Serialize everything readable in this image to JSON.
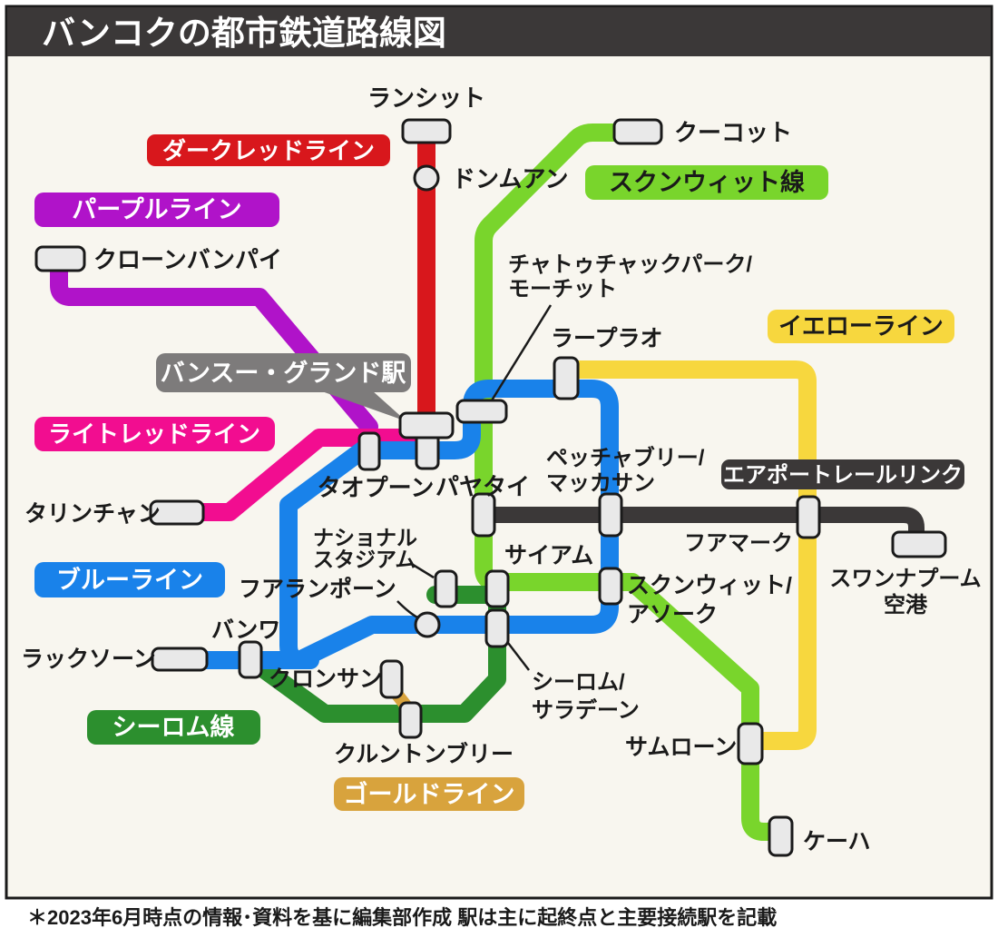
{
  "title": "バンコクの都市鉄道路線図",
  "footer": "＊2023年6月時点の情報･資料を基に編集部作成 駅は主に起終点と主要接続駅を記載",
  "colors": {
    "red": "#d8171c",
    "purple": "#b013c9",
    "pink": "#f20d90",
    "blue": "#1982ea",
    "light_green": "#79d52c",
    "dark_green": "#2c8f2e",
    "yellow": "#f7d73e",
    "gold": "#d8a33d",
    "dark": "#3b3838",
    "gray": "#7d7b7b",
    "station_fill": "#e9e9e9",
    "map_bg": "#f8f6ef"
  },
  "badges": {
    "dark_red_line": {
      "label": "ダークレッドライン"
    },
    "purple_line": {
      "label": "パープルライン"
    },
    "sukhumvit_line": {
      "label": "スクンウィット線"
    },
    "yellow_line": {
      "label": "イエローライン"
    },
    "light_red_line": {
      "label": "ライトレッドライン"
    },
    "airport_rail_link": {
      "label": "エアポートレールリンク"
    },
    "blue_line": {
      "label": "ブルーライン"
    },
    "silom_line": {
      "label": "シーロム線"
    },
    "gold_line": {
      "label": "ゴールドライン"
    },
    "bang_sue_grand": {
      "label": "バンスー・グランド駅"
    }
  },
  "stations": {
    "rangsit": "ランシット",
    "don_mueang": "ドンムアン",
    "khu_khot": "クーコット",
    "khlong_bang_phai": "クローンバンパイ",
    "chatuchak_line1": "チャトゥチャックパーク/",
    "chatuchak_line2": "モーチット",
    "lat_phrao": "ラープラオ",
    "tao_poon": "タオプーン",
    "phaya_thai": "パヤタイ",
    "phetchaburi_line1": "ペッチャブリー/",
    "phetchaburi_line2": "マッカサン",
    "taling_chan": "タリンチャン",
    "hua_mak": "フアマーク",
    "suvarnabhumi_line1": "スワンナプーム",
    "suvarnabhumi_line2": "空港",
    "national_stadium_line1": "ナショナル",
    "national_stadium_line2": "スタジアム",
    "siam": "サイアム",
    "hua_lamphong": "フアランポーン",
    "sukhumvit_asok_line1": "スクンウィット/",
    "sukhumvit_asok_line2": "アソーク",
    "bang_wa": "バンワ",
    "lak_song": "ラックソーン",
    "khlong_san": "クロンサン",
    "si_lom_line1": "シーロム/",
    "si_lom_line2": "サラデーン",
    "krung_thon_buri": "クルントンブリー",
    "samrong": "サムローン",
    "kheha": "ケーハ"
  }
}
